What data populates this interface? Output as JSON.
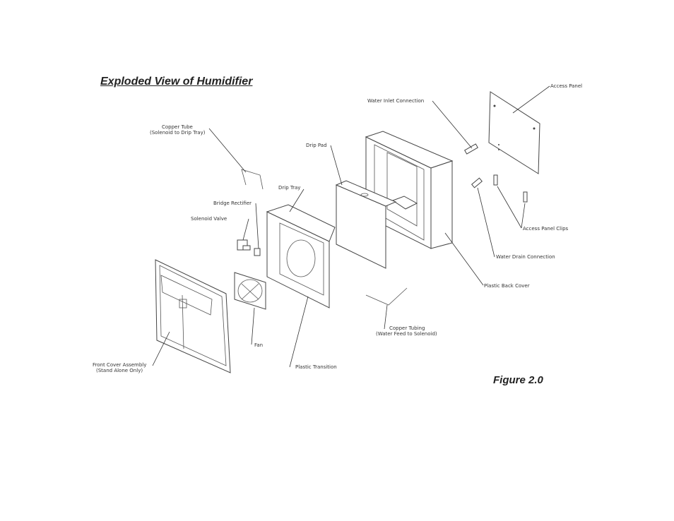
{
  "title": "Exploded View of Humidifier",
  "figure_caption": "Figure 2.0",
  "labels": {
    "access_panel": "Access Panel",
    "water_inlet": "Water Inlet Connection",
    "copper_tube_1": "Copper Tube",
    "copper_tube_2": "(Solenoid to Drip Tray)",
    "drip_pad": "Drip Pad",
    "drip_tray": "Drip Tray",
    "bridge_rectifier": "Bridge Rectifier",
    "solenoid_valve": "Solenoid Valve",
    "access_panel_clips": "Access Panel Clips",
    "water_drain": "Water Drain Connection",
    "plastic_back_cover": "Plastic Back Cover",
    "copper_tubing_1": "Copper Tubing",
    "copper_tubing_2": "(Water Feed to Solenoid)",
    "fan": "Fan",
    "front_cover_1": "Front Cover Assembly",
    "front_cover_2": "(Stand Alone Only)",
    "plastic_transition": "Plastic Transition"
  }
}
